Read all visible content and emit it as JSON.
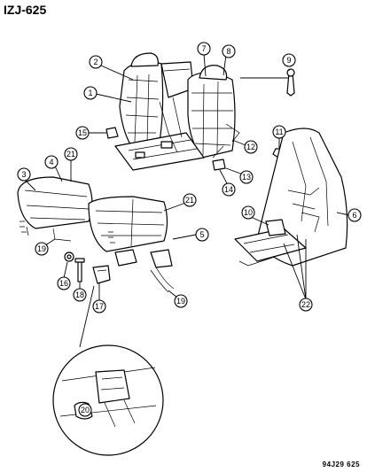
{
  "header": {
    "title": "IZJ-625"
  },
  "footer": {
    "code": "94J29 625"
  },
  "callouts": [
    {
      "id": "c1",
      "label": "1"
    },
    {
      "id": "c2",
      "label": "2"
    },
    {
      "id": "c3",
      "label": "3"
    },
    {
      "id": "c4",
      "label": "4"
    },
    {
      "id": "c5",
      "label": "5"
    },
    {
      "id": "c6",
      "label": "6"
    },
    {
      "id": "c7",
      "label": "7"
    },
    {
      "id": "c8",
      "label": "8"
    },
    {
      "id": "c9",
      "label": "9"
    },
    {
      "id": "c10",
      "label": "10"
    },
    {
      "id": "c11",
      "label": "11"
    },
    {
      "id": "c12",
      "label": "12"
    },
    {
      "id": "c13",
      "label": "13"
    },
    {
      "id": "c14",
      "label": "14"
    },
    {
      "id": "c15",
      "label": "15"
    },
    {
      "id": "c16",
      "label": "16"
    },
    {
      "id": "c17",
      "label": "17"
    },
    {
      "id": "c18",
      "label": "18"
    },
    {
      "id": "c19a",
      "label": "19"
    },
    {
      "id": "c19b",
      "label": "19"
    },
    {
      "id": "c20",
      "label": "20"
    },
    {
      "id": "c21a",
      "label": "21"
    },
    {
      "id": "c21b",
      "label": "21"
    },
    {
      "id": "c22",
      "label": "22"
    }
  ]
}
